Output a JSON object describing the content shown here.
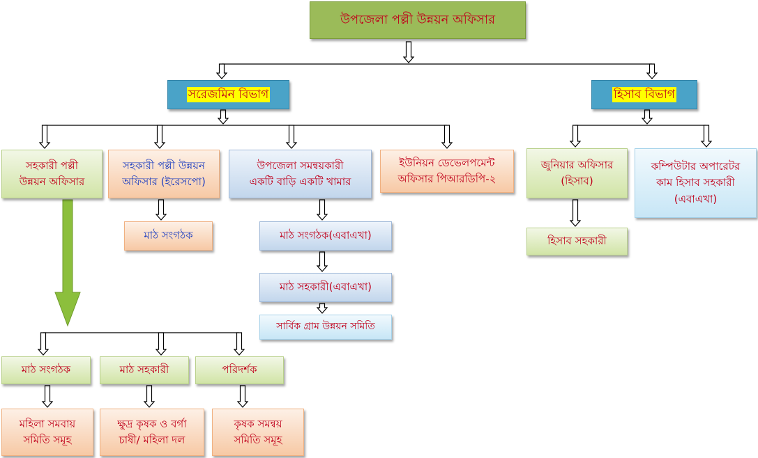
{
  "org": {
    "top": "উপজেলা পল্লী উন্নয়ন অফিসার",
    "dept_field": "সরেজমিন বিভাগ",
    "dept_accounts": "হিসাব বিভাগ",
    "asst_rdo": [
      "সহকারী পল্লী",
      "উন্নয়ন অফিসার"
    ],
    "asst_rdo_eresp": [
      "সহকারী পল্লী উন্নয়ন",
      "অফিসার (ইরেসপো)"
    ],
    "upazila_coord": [
      "উপজেলা সমন্বয়কারী",
      "একটি বাড়ি একটি খামার"
    ],
    "union_dev": [
      "ইউনিয়ন ডেভেলপমেন্ট",
      "অফিসার পিআরডিপি-২"
    ],
    "junior_officer": [
      "জুনিয়ার অফিসার",
      "(হিসাব)"
    ],
    "computer_operator": [
      "কম্পিউটার অপারেটর",
      "কাম হিসাব সহকারী",
      "(এবাএখা)"
    ],
    "field_org_eresp": "মাঠ সংগঠক",
    "field_org_ebek": "মাঠ সংগঠক(এবাএখা)",
    "field_asst_ebek": "মাঠ সহকারী(এবাএখা)",
    "village_committee": "সার্বিক গ্রাম উন্নয়ন সমিতি",
    "accounts_asst": "হিসাব সহকারী",
    "field_org": "মাঠ সংগঠক",
    "field_asst": "মাঠ সহকারী",
    "inspector": "পরিদর্শক",
    "women_coop": [
      "মহিলা সমবায়",
      "সমিতি সমূহ"
    ],
    "small_farmer": [
      "ক্ষুদ্র কৃষক ও বর্গা",
      "চাষী/ মহিলা দল"
    ],
    "farmer_coop": [
      "কৃষক সমন্বয়",
      "সমিতি  সমূহ"
    ]
  },
  "colors": {
    "text_red": "#c0001b",
    "text_blue": "#1f3fc0",
    "top_green": "#9bbb59",
    "dept_blue": "#4aa3c8",
    "dept_highlight": "#ffff00",
    "big_arrow": "#8cbf3c"
  }
}
